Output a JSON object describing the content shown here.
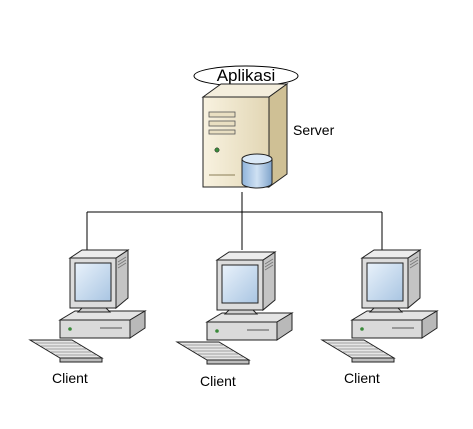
{
  "server": {
    "application_label": "Aplikasi",
    "label": "Server"
  },
  "clients": [
    {
      "label": "Client"
    },
    {
      "label": "Client"
    },
    {
      "label": "Client"
    }
  ],
  "colors": {
    "line": "#000000",
    "case": "#efe7cf",
    "case_side": "#d6c9a1",
    "database": "#a9c7e6",
    "monitor": "#dcdcdc",
    "screen": "#c9dcf0"
  }
}
